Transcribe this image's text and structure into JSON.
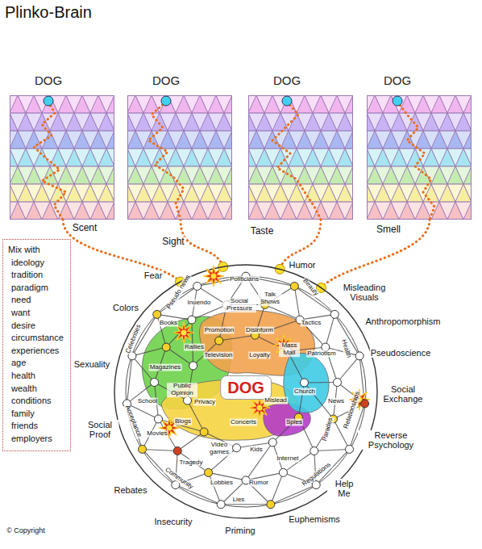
{
  "diagram": {
    "title": "Plinko-Brain",
    "nodes": [
      {
        "text": [
          "DOG"
        ]
      },
      {
        "text": [
          "DOG"
        ]
      },
      {
        "text": [
          "DOG"
        ]
      },
      {
        "text": [
          "DOG"
        ]
      },
      {
        "text": [
          "Mix with",
          "ideology",
          "tradition",
          "paradigm",
          "need",
          "want",
          "desire",
          "circumstance",
          "experiences",
          "age",
          "health",
          "wealth",
          "conditions",
          "family",
          "friends",
          "employers"
        ]
      },
      {
        "text": [
          "DOG"
        ]
      }
    ],
    "edges": [
      {
        "from": 0,
        "to": 5,
        "arrow": "none",
        "label": "Scent"
      },
      {
        "from": 1,
        "to": 5,
        "arrow": "none",
        "label": "Sight"
      },
      {
        "from": 2,
        "to": 5,
        "arrow": "none",
        "label": "Taste"
      },
      {
        "from": 3,
        "to": 5,
        "arrow": "none",
        "label": "Smell"
      }
    ],
    "labels": [
      "Fear",
      "Humor",
      "Misleading Visuals",
      "Colors",
      "Anthropomorphism",
      "Pseudoscience",
      "Sexuality",
      "Social Exchange",
      "Social Proof",
      "Reverse Psychology",
      "Rebates",
      "Help Me",
      "Insecurity",
      "Priming",
      "Euphemisms",
      "Politicians",
      "Pseudo news",
      "Social Pressure",
      "Talk Shows",
      "Beauty",
      "Inuendo",
      "Books",
      "Promotion",
      "Disinform",
      "Tactics",
      "Celebrities",
      "Rallies",
      "Television",
      "Loyalty",
      "Mass Mail",
      "Patriotism",
      "Health",
      "Magazines",
      "Public Opinion",
      "Privacy",
      "Mislead",
      "Church",
      "News",
      "School",
      "Acceptance",
      "Relationships",
      "Blogs",
      "Concerts",
      "Spies",
      "Parades",
      "Movies",
      "Video games",
      "Kids",
      "Internet",
      "Tragedy",
      "Community",
      "Regulations",
      "Lobbies",
      "Rumor",
      "Lies",
      "© Copyright"
    ]
  }
}
